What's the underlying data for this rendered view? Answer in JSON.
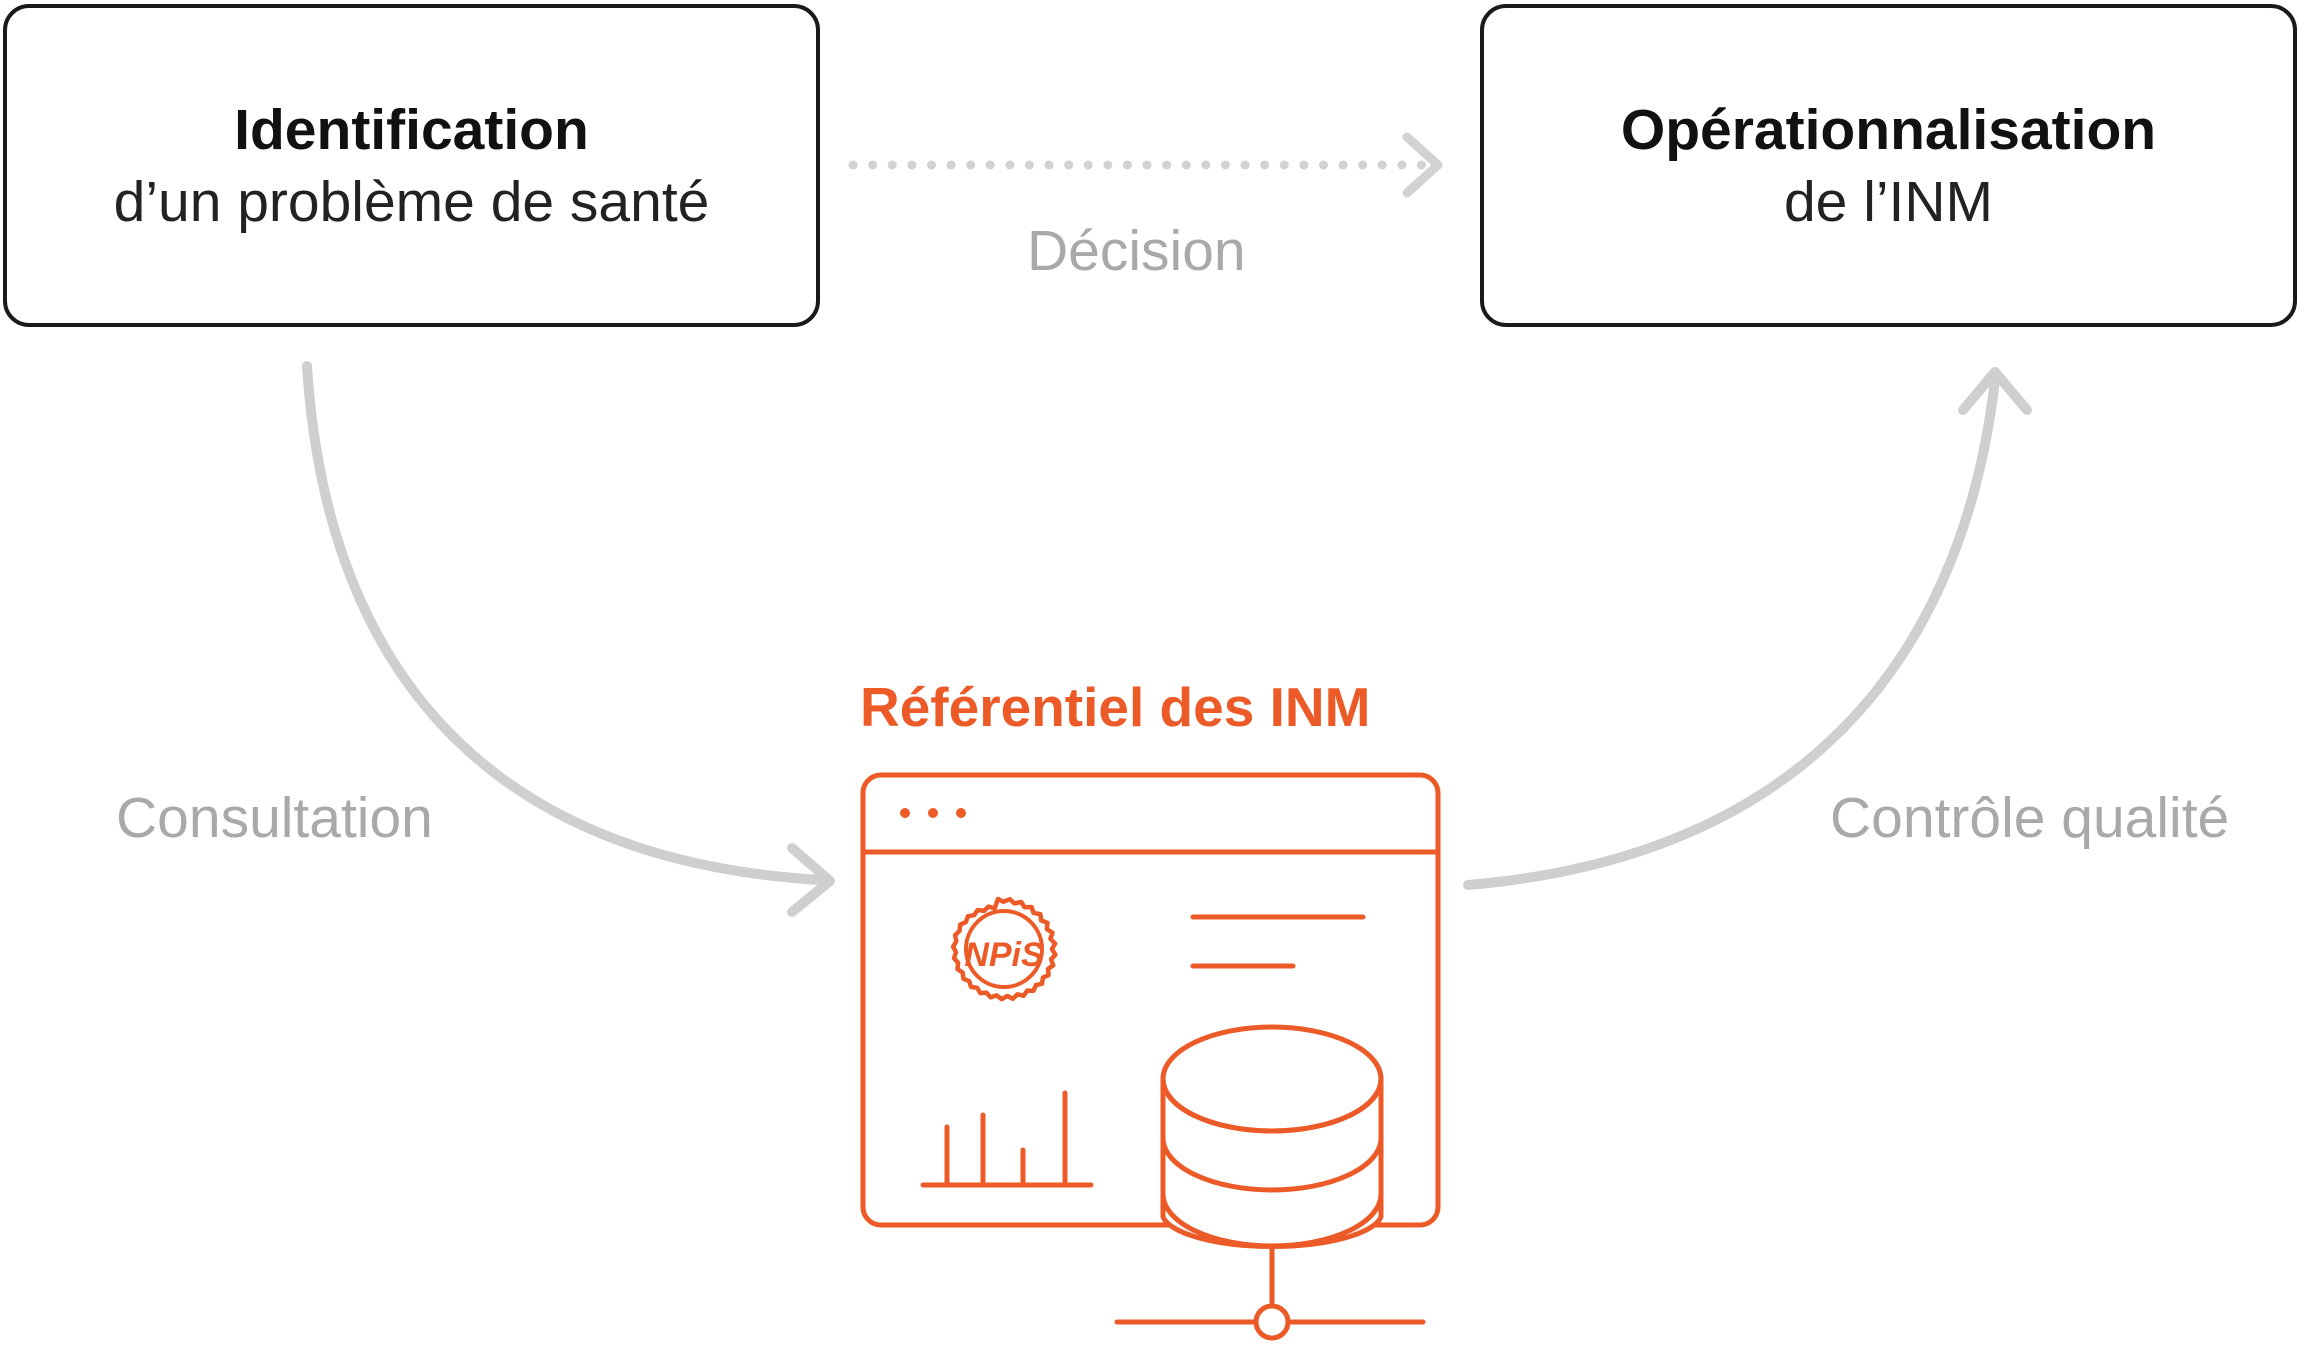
{
  "colors": {
    "accent": "#ec5b27",
    "box_border": "#1a1a1a",
    "flow_arrow": "#cfcfcf",
    "flow_label": "#a9a9a9"
  },
  "nodes": {
    "identification": {
      "title": "Identification",
      "subtitle": "d’un problème de santé"
    },
    "operationnalisation": {
      "title": "Opérationnalisation",
      "subtitle": "de l’INM"
    }
  },
  "edges": {
    "decision": "Décision",
    "consultation": "Consultation",
    "controle": "Contrôle qualité"
  },
  "referentiel": {
    "title": "Référentiel des INM",
    "icon": "database-window-icon",
    "seal_text": "NPiS"
  }
}
